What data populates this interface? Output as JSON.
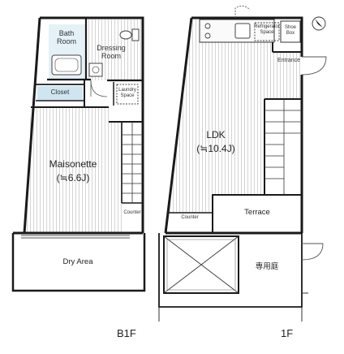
{
  "b1f": {
    "floor_label": "B1F",
    "rooms": {
      "bath_line1": "Bath",
      "bath_line2": "Room",
      "dressing_line1": "Dressing",
      "dressing_line2": "Room",
      "closet": "Closet",
      "laundry_line1": "Laundry",
      "laundry_line2": "Space",
      "maisonette_name": "Maisonette",
      "maisonette_size": "(≒6.6J)",
      "counter": "Counter",
      "dry_area": "Dry Area"
    }
  },
  "f1": {
    "floor_label": "1F",
    "rooms": {
      "refrigerator_line1": "Refrigerator",
      "refrigerator_line2": "Space",
      "shoe_line1": "Shoe",
      "shoe_line2": "Box",
      "entrance": "Entrance",
      "ldk_name": "LDK",
      "ldk_size": "(≒10.4J)",
      "counter": "Counter",
      "terrace": "Terrace",
      "private_garden": "専用庭"
    }
  },
  "compass_icon": "north-arrow-icon",
  "colors": {
    "wall": "#1a1a1a",
    "floor_stripe": "#d0d0d0",
    "bath_tint": "#e4f1f7",
    "closet_tint": "#cfe6f1"
  }
}
